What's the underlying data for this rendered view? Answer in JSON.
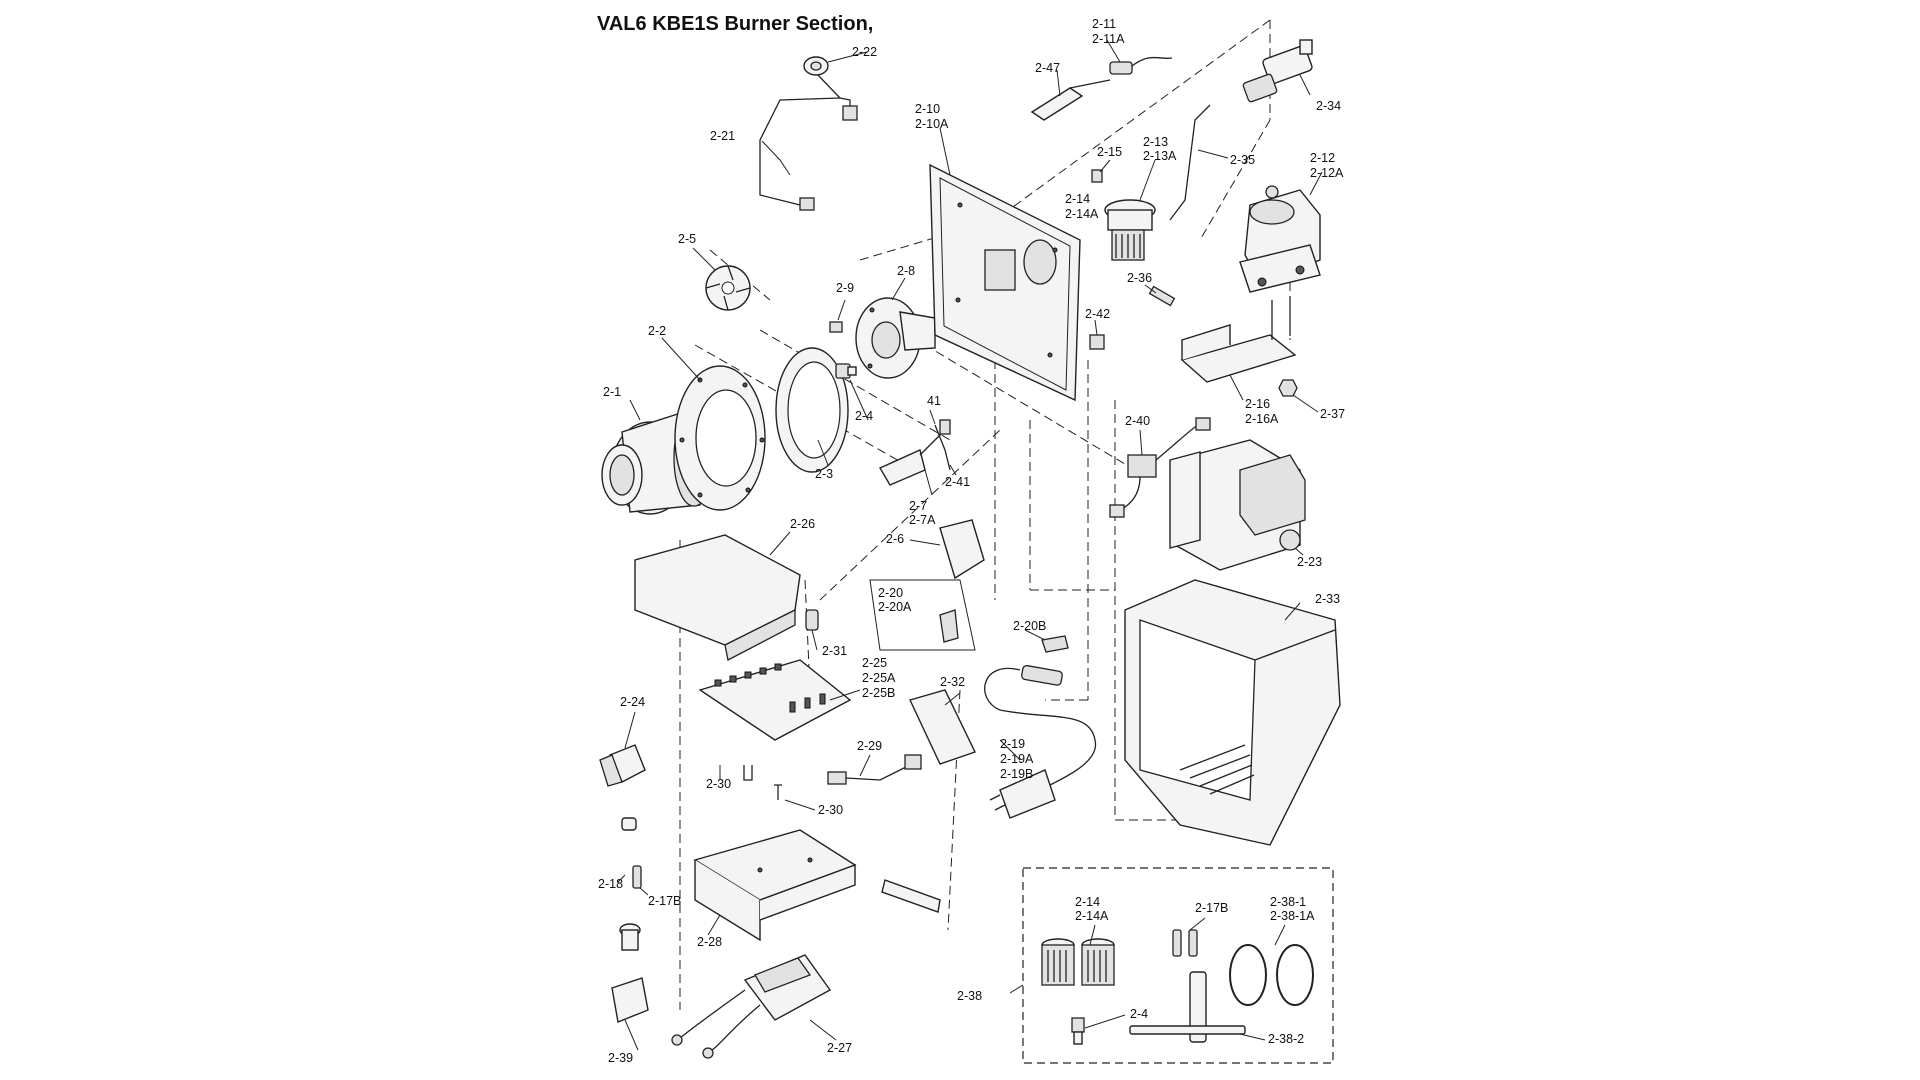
{
  "title": "VAL6 KBE1S Burner Section,",
  "labels": {
    "p2_1": "2-1",
    "p2_2": "2-2",
    "p2_3": "2-3",
    "p2_4": "2-4",
    "p2_5": "2-5",
    "p2_6": "2-6",
    "p2_7": "2-7",
    "p2_7A": "2-7A",
    "p2_8": "2-8",
    "p2_9": "2-9",
    "p2_10": "2-10",
    "p2_10A": "2-10A",
    "p2_11": "2-11",
    "p2_11A": "2-11A",
    "p2_12": "2-12",
    "p2_12A": "2-12A",
    "p2_13": "2-13",
    "p2_13A": "2-13A",
    "p2_14": "2-14",
    "p2_14A": "2-14A",
    "p2_15": "2-15",
    "p2_16": "2-16",
    "p2_16A": "2-16A",
    "p2_17B": "2-17B",
    "p2_18": "2-18",
    "p2_19": "2-19",
    "p2_19A": "2-19A",
    "p2_19B": "2-19B",
    "p2_20": "2-20",
    "p2_20A": "2-20A",
    "p2_20B": "2-20B",
    "p2_21": "2-21",
    "p2_22": "2-22",
    "p2_23": "2-23",
    "p2_24": "2-24",
    "p2_25": "2-25",
    "p2_25A": "2-25A",
    "p2_25B": "2-25B",
    "p2_26": "2-26",
    "p2_27": "2-27",
    "p2_28": "2-28",
    "p2_29": "2-29",
    "p2_30a": "2-30",
    "p2_30b": "2-30",
    "p2_31": "2-31",
    "p2_32": "2-32",
    "p2_33": "2-33",
    "p2_34": "2-34",
    "p2_35": "2-35",
    "p2_36": "2-36",
    "p2_37": "2-37",
    "p2_38": "2-38",
    "p2_39": "2-39",
    "p2_40": "2-40",
    "p2_41a": "41",
    "p2_41b": "2-41",
    "p2_42": "2-42",
    "p2_47": "2-47",
    "kit_14": "2-14",
    "kit_14A": "2-14A",
    "kit_17B": "2-17B",
    "kit_38_1": "2-38-1",
    "kit_38_1A": "2-38-1A",
    "kit_4": "2-4",
    "kit_38_2": "2-38-2"
  }
}
